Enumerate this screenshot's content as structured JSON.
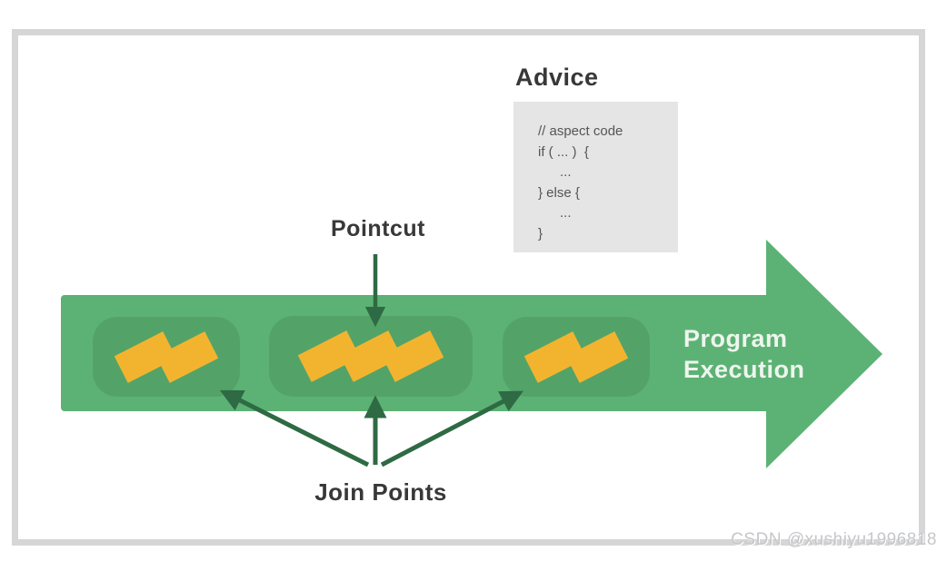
{
  "diagram": {
    "advice": {
      "title": "Advice",
      "code_lines": [
        {
          "text": "// aspect code",
          "indent": false
        },
        {
          "text": "if ( ... )  {",
          "indent": false
        },
        {
          "text": "...",
          "indent": true
        },
        {
          "text": "} else {",
          "indent": false
        },
        {
          "text": "...",
          "indent": true
        },
        {
          "text": "}",
          "indent": false
        }
      ]
    },
    "pointcut_label": "Pointcut",
    "join_points_label": "Join Points",
    "program_execution_label": "Program\nExecution",
    "join_point_groups": [
      {
        "block_count": 2
      },
      {
        "block_count": 3
      },
      {
        "block_count": 2
      }
    ]
  },
  "watermark": "CSDN @xushiyu1996818",
  "colors": {
    "band_green": "#5cb274",
    "group_green": "#53a369",
    "block_yellow": "#f2b42f",
    "arrow_dark_green": "#2e6a43",
    "text_dark": "#383838",
    "code_text": "#555555",
    "code_box_bg": "#e5e5e5",
    "frame_border": "#d6d6d6",
    "label_light": "#eef5ee",
    "watermark_gray": "#c5c7ca"
  }
}
